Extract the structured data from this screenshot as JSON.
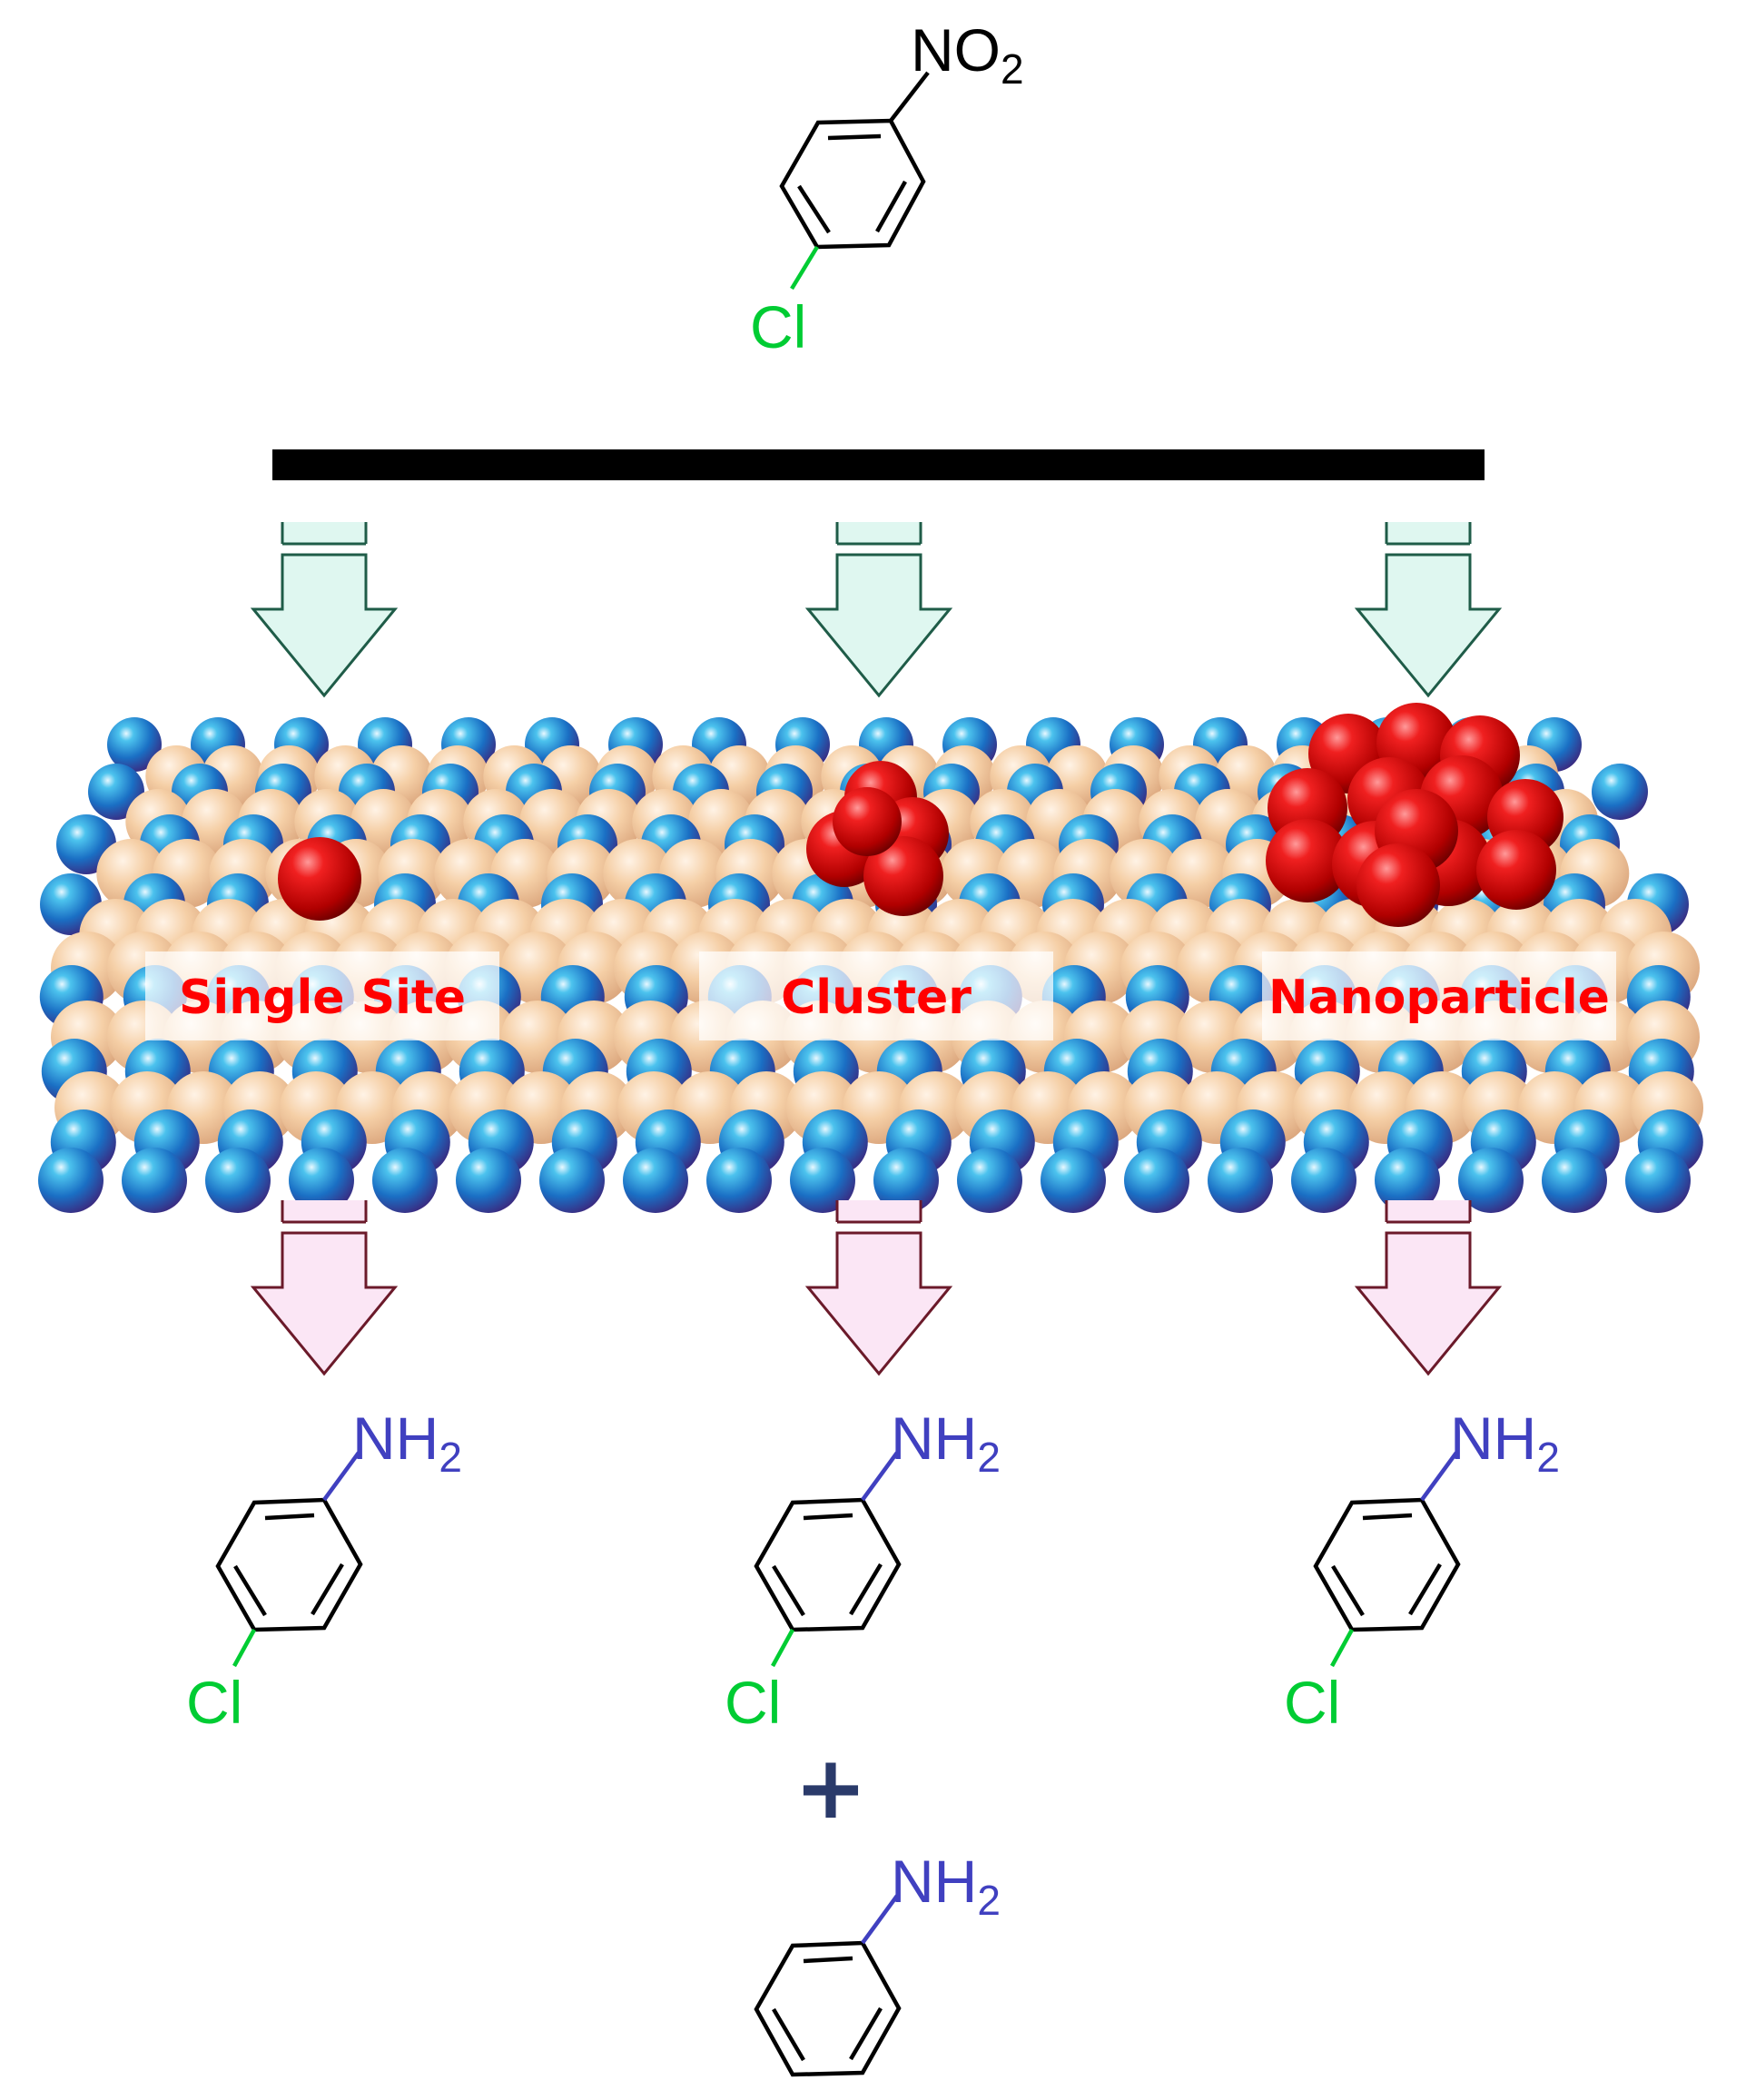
{
  "reactant": {
    "group_main": "NO",
    "group_sub": "2",
    "substituent": "Cl"
  },
  "sites": [
    {
      "label": "Single Site"
    },
    {
      "label": "Cluster"
    },
    {
      "label": "Nanoparticle"
    }
  ],
  "products": [
    {
      "group_main": "NH",
      "group_sub": "2",
      "substituent": "Cl"
    },
    {
      "group_main": "NH",
      "group_sub": "2",
      "substituent": "Cl"
    },
    {
      "group_main": "NH",
      "group_sub": "2",
      "substituent": "Cl"
    }
  ],
  "extra": {
    "plus": "+",
    "group_main": "NH",
    "group_sub": "2"
  },
  "colors": {
    "chlorine": "#00cc33",
    "amine": "#4040c0",
    "site_label": "#ff0000",
    "metal_atom": "#dd1111",
    "support_blue": "#1a6fc4",
    "support_peach": "#f2c49a",
    "arrow_in_fill": "#dff7f0",
    "arrow_in_stroke": "#1f5c48",
    "arrow_out_fill": "#fbe6f5",
    "arrow_out_stroke": "#6b1a2a",
    "plus": "#2a3a6a"
  },
  "icons": {
    "reactant": "chloronitrobenzene-structure",
    "products": "chloroaniline-structure",
    "extra": "aniline-structure"
  }
}
